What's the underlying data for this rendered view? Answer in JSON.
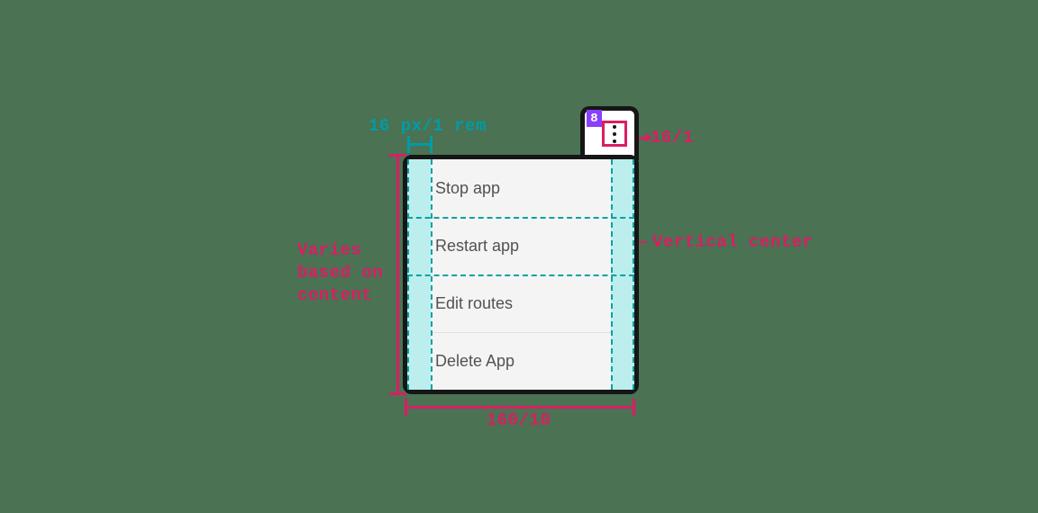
{
  "background_color": "#4a7253",
  "colors": {
    "annotation_magenta": "#da1e63",
    "annotation_teal": "#009ca6",
    "padding_fill": "#bdeeee",
    "badge_purple": "#8a3ffc",
    "menu_surface": "#f4f4f4",
    "menu_outline": "#161616",
    "item_text": "#525252",
    "divider": "#e0e0e0"
  },
  "trigger": {
    "badge_count": "8",
    "icon_name": "overflow-menu-vertical-icon",
    "icon_measure_label": "16/1"
  },
  "menu": {
    "items": [
      {
        "label": "Stop app",
        "divider_above": false
      },
      {
        "label": "Restart app",
        "divider_above": false
      },
      {
        "label": "Edit routes",
        "divider_above": false
      },
      {
        "label": "Delete App",
        "divider_above": true
      }
    ]
  },
  "annotations": {
    "padding_top_left": "16 px/1 rem",
    "height_note": "Varies\nbased on\ncontent",
    "vertical_center": "Vertical center",
    "width_label": "160/10"
  }
}
